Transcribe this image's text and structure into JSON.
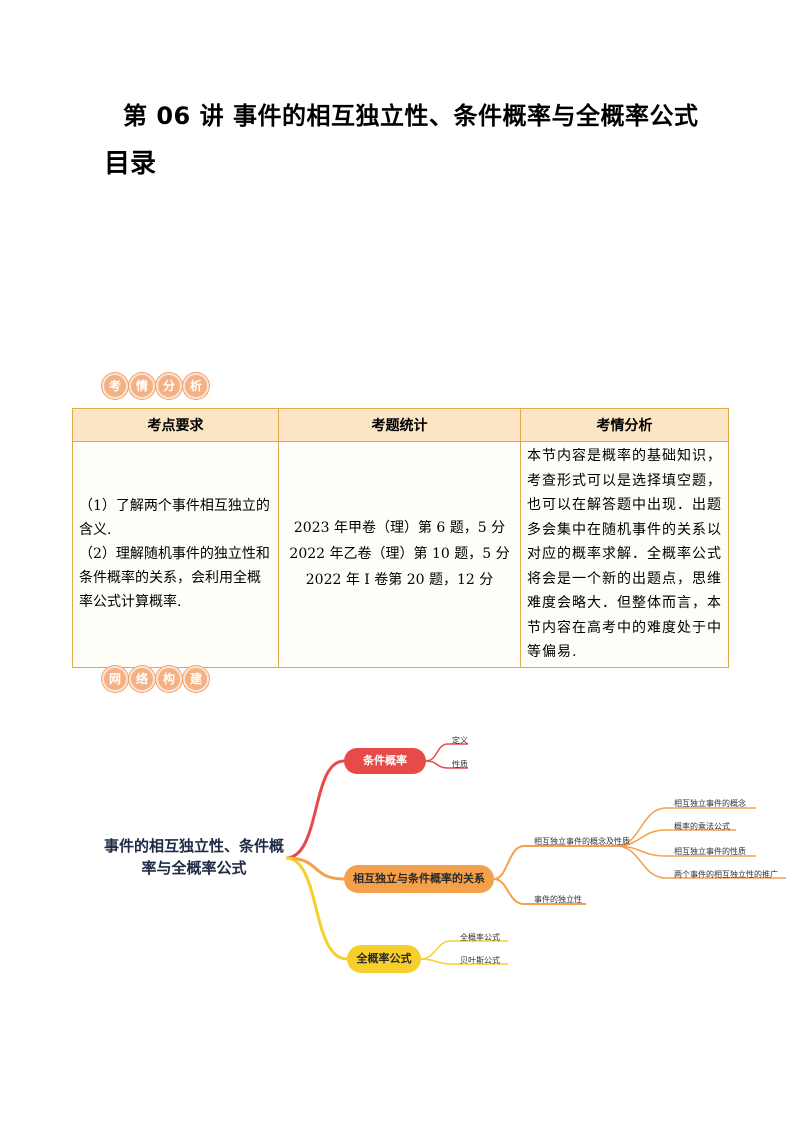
{
  "header": {
    "title": "第 06 讲  事件的相互独立性、条件概率与全概率公式",
    "toc": "目录"
  },
  "sections": {
    "analysis_badge": [
      "考",
      "情",
      "分",
      "析"
    ],
    "network_badge": [
      "网",
      "络",
      "构",
      "建"
    ]
  },
  "table": {
    "headers": [
      "考点要求",
      "考题统计",
      "考情分析"
    ],
    "requirements": [
      "（1）了解两个事件相互独立的含义.",
      "（2）理解随机事件的独立性和条件概率的关系，会利用全概率公式计算概率."
    ],
    "stats": [
      "2023 年甲卷（理）第 6 题，5 分",
      "2022 年乙卷（理）第 10 题，5 分",
      "2022 年 I 卷第 20 题，12 分"
    ],
    "analysis": "本节内容是概率的基础知识，考查形式可以是选择填空题，也可以在解答题中出现．出题多会集中在随机事件的关系以对应的概率求解．全概率公式将会是一个新的出题点，思维难度会略大．但整体而言，本节内容在高考中的难度处于中等偏易."
  },
  "mindmap": {
    "central": "事件的相互独立性、条件概率与全概率公式",
    "branches": [
      {
        "label": "条件概率",
        "color": "#e84a4a",
        "children": [
          "定义",
          "性质"
        ]
      },
      {
        "label": "相互独立与条件概率的关系",
        "color": "#f5a04a",
        "children": [
          {
            "label": "相互独立事件的概念及性质",
            "children": [
              "相互独立事件的概念",
              "概率的乘法公式",
              "相互独立事件的性质",
              "两个事件的相互独立性的推广"
            ]
          },
          {
            "label": "事件的独立性",
            "children": []
          }
        ]
      },
      {
        "label": "全概率公式",
        "color": "#f7cf2c",
        "children": [
          "全概率公式",
          "贝叶斯公式"
        ]
      }
    ]
  }
}
